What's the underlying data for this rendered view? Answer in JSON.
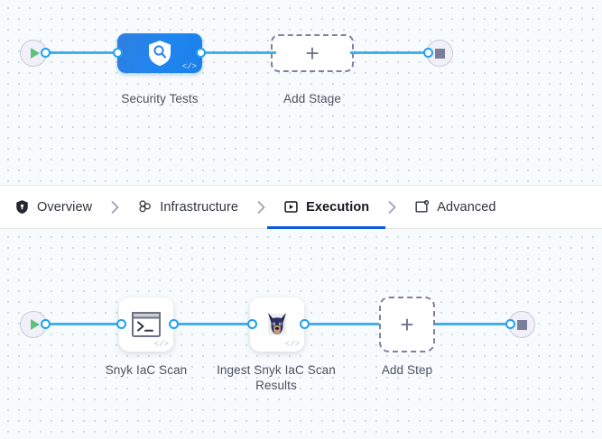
{
  "stage_canvas": {
    "name": "pipeline-stage-canvas",
    "start_marker": {
      "icon": "play-icon"
    },
    "end_marker": {
      "icon": "stop-icon"
    },
    "stages": [
      {
        "label": "Security Tests",
        "icon": "shield-search-icon",
        "code_glyph": "</>"
      }
    ],
    "add_stage": {
      "label": "Add Stage",
      "icon": "plus-icon"
    }
  },
  "tabs": {
    "items": [
      {
        "label": "Overview",
        "icon": "shield-icon",
        "active": false
      },
      {
        "label": "Infrastructure",
        "icon": "nodes-cluster-icon",
        "active": false
      },
      {
        "label": "Execution",
        "icon": "play-box-icon",
        "active": true
      },
      {
        "label": "Advanced",
        "icon": "card-gear-icon",
        "active": false
      }
    ],
    "separator_icon": "chevron-right-icon",
    "active_underline_color": "#0b5cd5"
  },
  "step_canvas": {
    "name": "pipeline-step-canvas",
    "start_marker": {
      "icon": "play-icon"
    },
    "end_marker": {
      "icon": "stop-icon"
    },
    "steps": [
      {
        "label": "Snyk IaC Scan",
        "icon": "terminal-icon",
        "code_glyph": "</>"
      },
      {
        "label": "Ingest Snyk IaC Scan Results",
        "icon": "snyk-dog-icon",
        "code_glyph": "</>"
      }
    ],
    "add_step": {
      "label": "Add Step",
      "icon": "plus-icon"
    }
  },
  "colors": {
    "edge": "#42b0f0",
    "port": "#1da1f2",
    "stage_fill": "#1f86f0",
    "play": "#5fc17f",
    "stop": "#7b7f99",
    "dashed_border": "#7f80a0"
  }
}
